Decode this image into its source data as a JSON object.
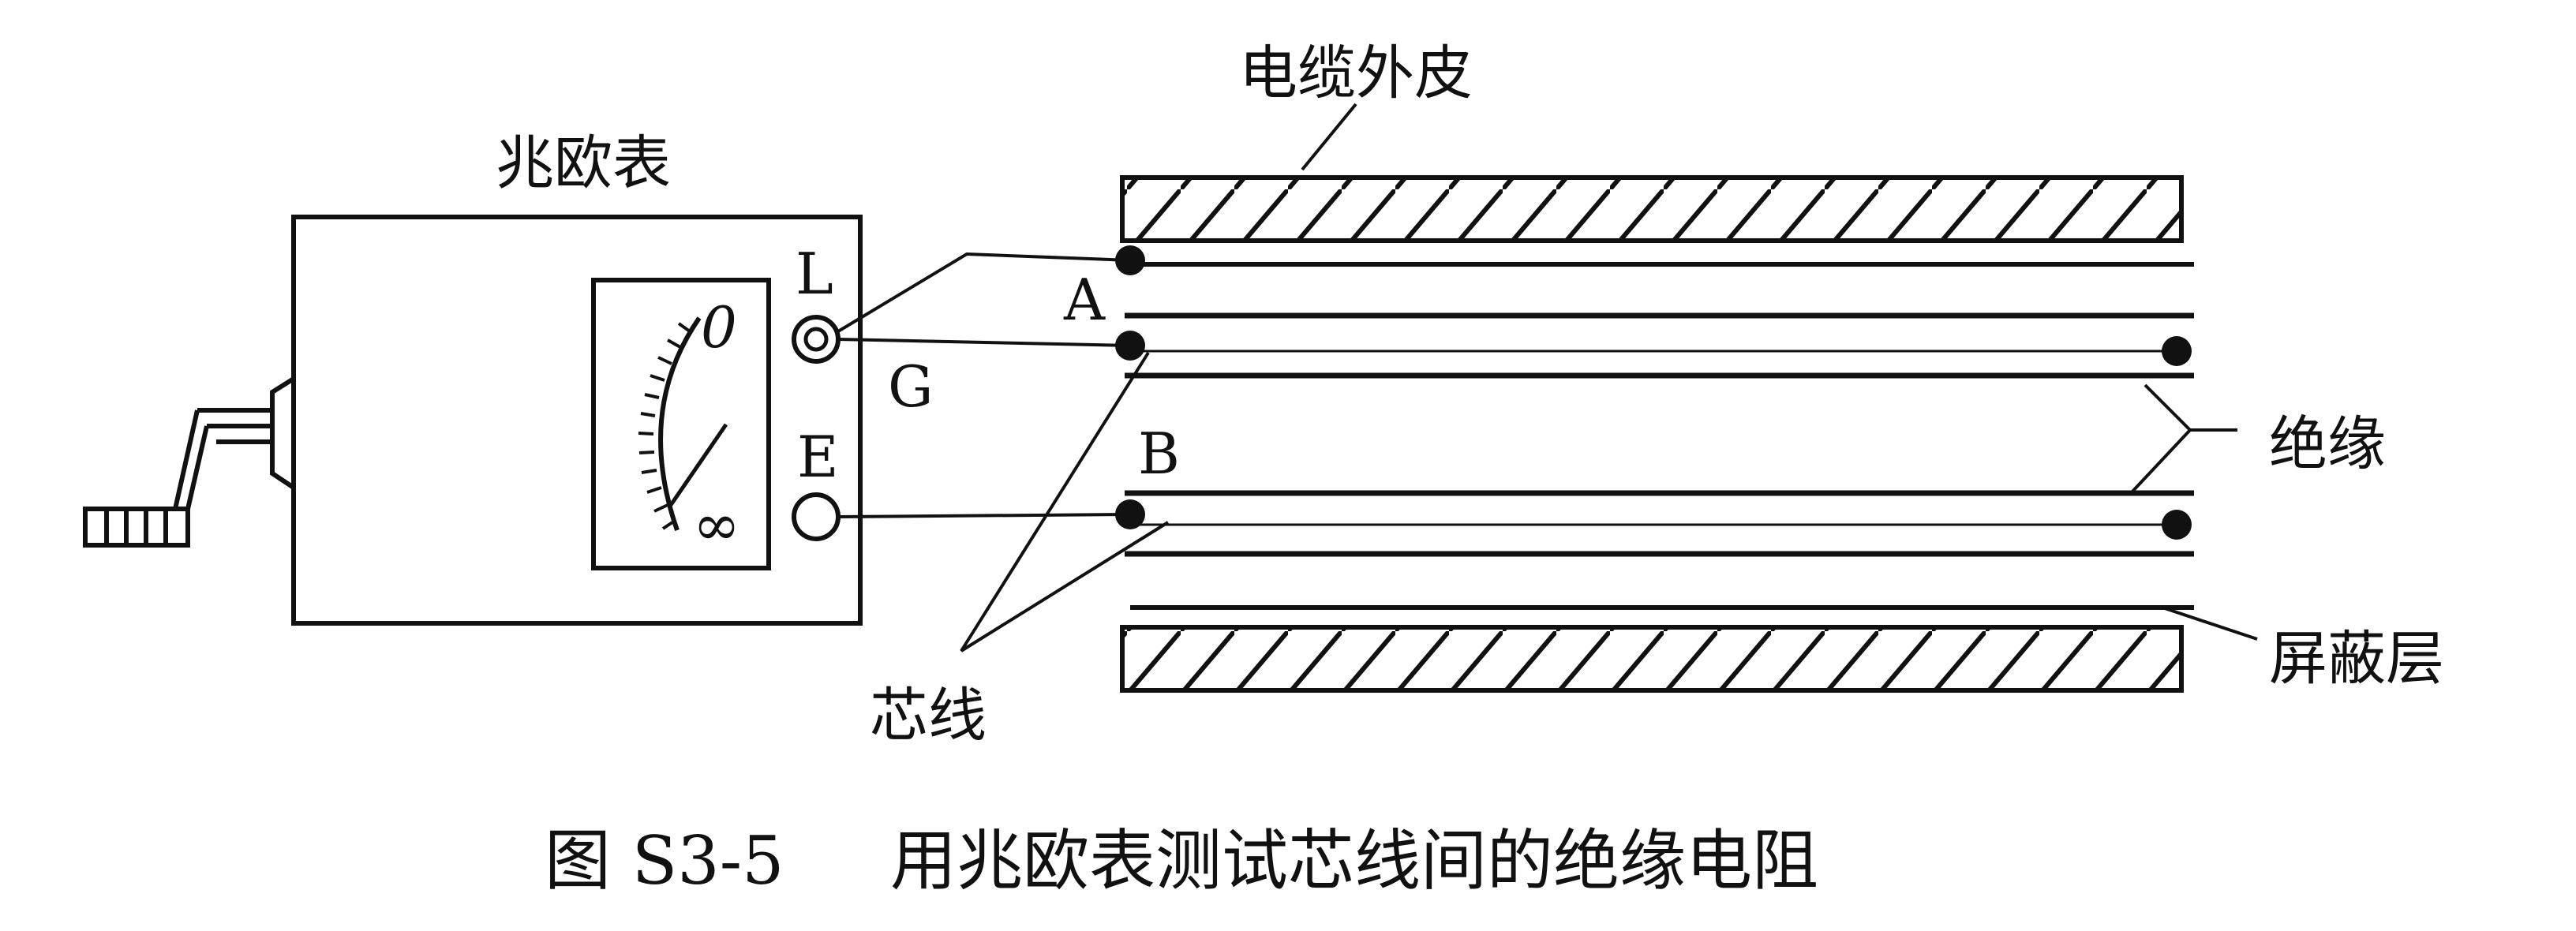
{
  "labels": {
    "megohmmeter": "兆欧表",
    "cable_jacket": "电缆外皮",
    "terminal_L": "L",
    "terminal_G": "G",
    "terminal_E": "E",
    "point_A": "A",
    "point_B": "B",
    "insulation": "绝缘",
    "shield": "屏蔽层",
    "core_wire": "芯线",
    "dial_zero": "0",
    "dial_infinity": "∞"
  },
  "caption": {
    "figure_no": "图 S3-5",
    "title": "用兆欧表测试芯线间的绝缘电阻"
  },
  "colors": {
    "ink": "#111111",
    "background": "#ffffff"
  }
}
